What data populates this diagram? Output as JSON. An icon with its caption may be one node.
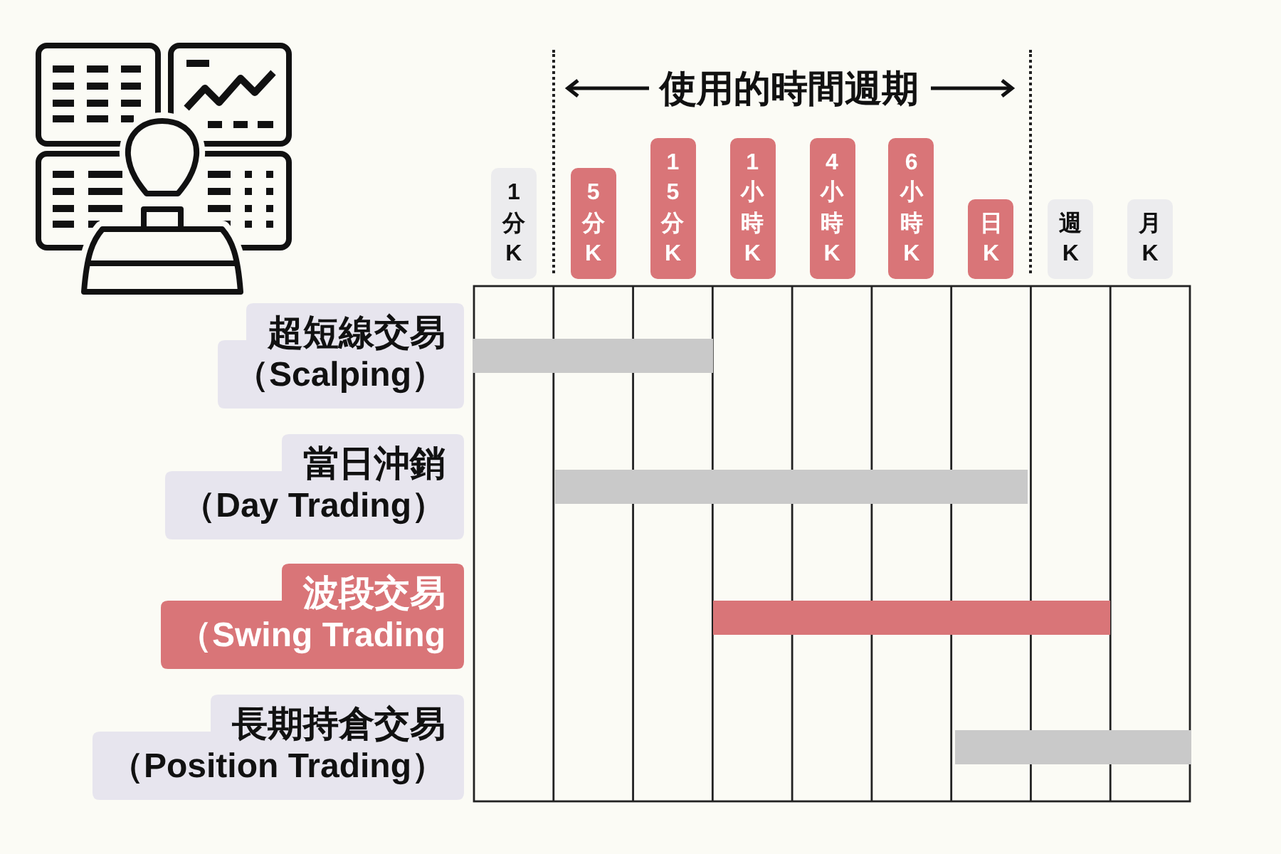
{
  "diagram": {
    "nodes": [
      {
        "text": [
          "1分K"
        ]
      },
      {
        "text": [
          "5分K"
        ]
      },
      {
        "text": [
          "15分K"
        ]
      },
      {
        "text": [
          "1小時K"
        ]
      },
      {
        "text": [
          "4小時K"
        ]
      },
      {
        "text": [
          "6小時K"
        ]
      },
      {
        "text": [
          "日K"
        ]
      },
      {
        "text": [
          "週K"
        ]
      },
      {
        "text": [
          "月K"
        ]
      },
      {
        "text": [
          "超短線交易",
          "（Scalping）"
        ]
      },
      {
        "text": [],
        "shape": "bar"
      },
      {
        "text": [
          "當日沖銷",
          "（Day Trading）"
        ]
      },
      {
        "text": [],
        "shape": "bar"
      },
      {
        "text": [
          "波段交易",
          "（Swing Trading"
        ]
      },
      {
        "text": [],
        "shape": "bar"
      },
      {
        "text": [
          "長期持倉交易",
          "（Position Trading）"
        ]
      },
      {
        "text": [],
        "shape": "bar"
      }
    ],
    "labels": [
      "使用的時間週期"
    ]
  }
}
